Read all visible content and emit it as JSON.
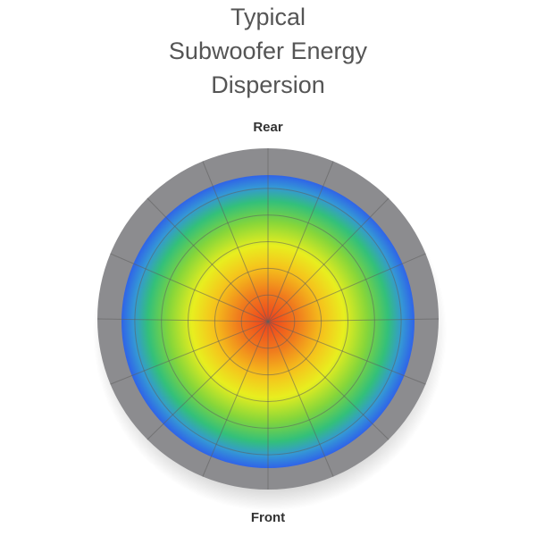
{
  "title_lines": [
    "Typical",
    "Subwoofer Energy",
    "Dispersion"
  ],
  "labels": {
    "rear": "Rear",
    "front": "Front"
  },
  "colors": {
    "ring": "#8c8c8f",
    "center": "#ef3e1c",
    "mid_orange": "#f5a11c",
    "yellow": "#f3ec1c",
    "green": "#86d63a",
    "aqua": "#33c07a",
    "blue": "#2f63e8",
    "grid": "#6b6b6b",
    "title_text": "#555555"
  },
  "grid": {
    "rings": 5,
    "spokes": 16
  }
}
